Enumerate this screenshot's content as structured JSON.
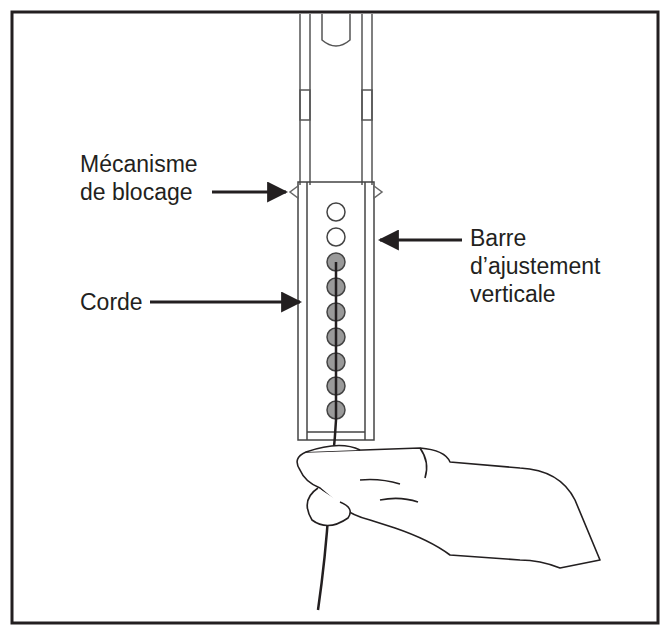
{
  "diagram": {
    "labels": [
      "Mécanisme de blocage",
      "Corde",
      "Barre d’ajustement verticale"
    ]
  }
}
